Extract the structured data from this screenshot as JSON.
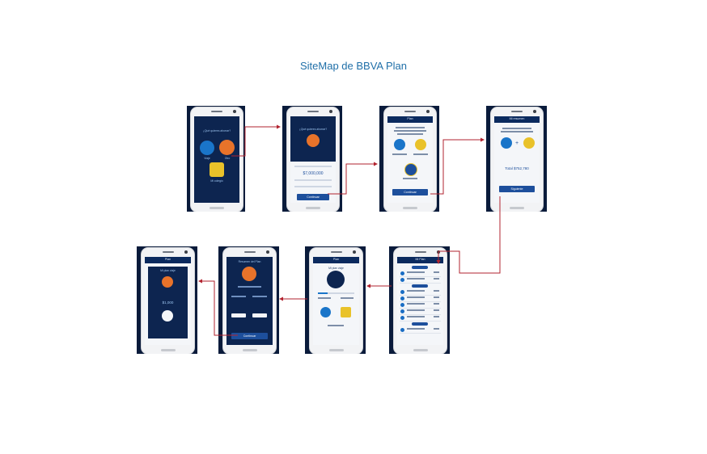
{
  "title": "SiteMap de BBVA Plan",
  "colors": {
    "arrow": "#b2232f",
    "screen_bg": "#0a1b3b",
    "title": "#1f6fa8",
    "accent": "#1a75c9"
  },
  "screen_texts": {
    "s1_question": "¿Qué quieres ahorrar?",
    "s1_opt_viaje": "Viaje",
    "s1_opt_otro": "Otro",
    "s1_opt_fondo": "Mi colegio",
    "s2_question": "¿Qué quieres ahorrar?",
    "s2_amount": "$7,000,000",
    "s2_continue": "Continuar",
    "s3_header": "Plan",
    "s3_continue": "Continuar",
    "s4_header": "Mi resumen",
    "s4_total": "Total $752,780",
    "s4_button": "Siguiente",
    "s5_header": "Mi Plan",
    "s6_header": "Plan",
    "s6_goal": "Mi plan viaje",
    "s7_header": "Resumen del Plan",
    "s7_button": "Continuar",
    "s8_header": "Plan",
    "s8_goal": "Mi plan viaje",
    "s8_amount": "$1,000"
  }
}
